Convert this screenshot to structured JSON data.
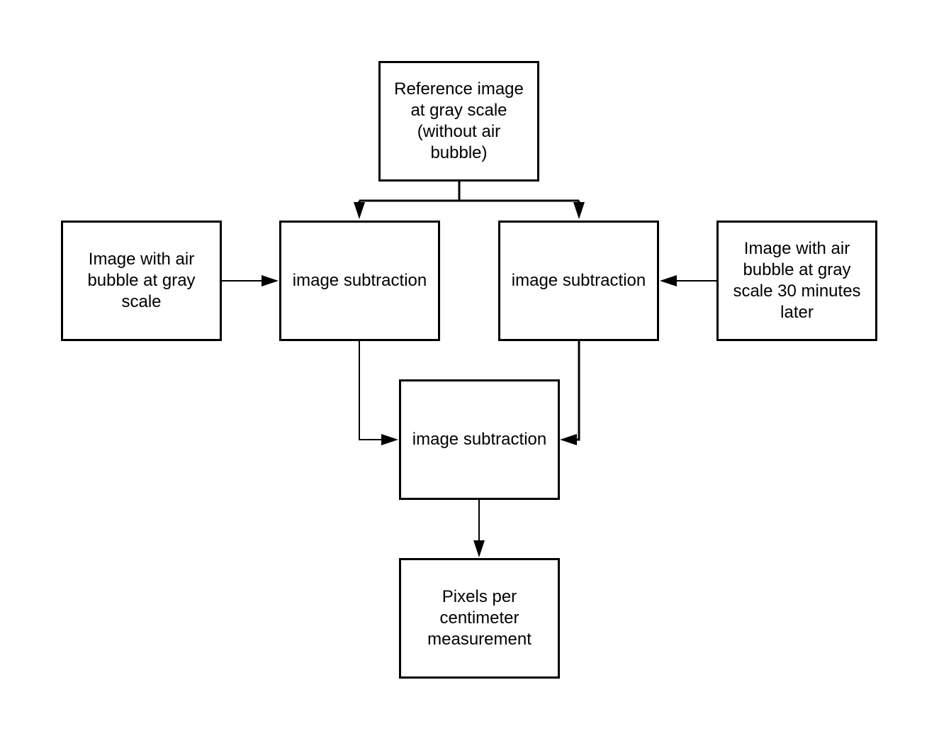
{
  "diagram": {
    "nodes": {
      "reference": {
        "label": "Reference image\nat gray scale\n(without air\nbubble)"
      },
      "air_bubble": {
        "label": "Image with air\nbubble at gray\nscale"
      },
      "subtraction_left": {
        "label": "image subtraction"
      },
      "subtraction_right": {
        "label": "image subtraction"
      },
      "air_bubble_later": {
        "label": "Image with air\nbubble at gray\nscale 30 minutes\nlater"
      },
      "subtraction_center": {
        "label": "image subtraction"
      },
      "measurement": {
        "label": "Pixels per\ncentimeter\nmeasurement"
      }
    },
    "edges": [
      {
        "from": "reference",
        "to": "subtraction_left"
      },
      {
        "from": "reference",
        "to": "subtraction_right"
      },
      {
        "from": "air_bubble",
        "to": "subtraction_left"
      },
      {
        "from": "air_bubble_later",
        "to": "subtraction_right"
      },
      {
        "from": "subtraction_left",
        "to": "subtraction_center"
      },
      {
        "from": "subtraction_right",
        "to": "subtraction_center"
      },
      {
        "from": "subtraction_center",
        "to": "measurement"
      }
    ],
    "colors": {
      "stroke": "#000000",
      "fill": "#ffffff"
    }
  }
}
